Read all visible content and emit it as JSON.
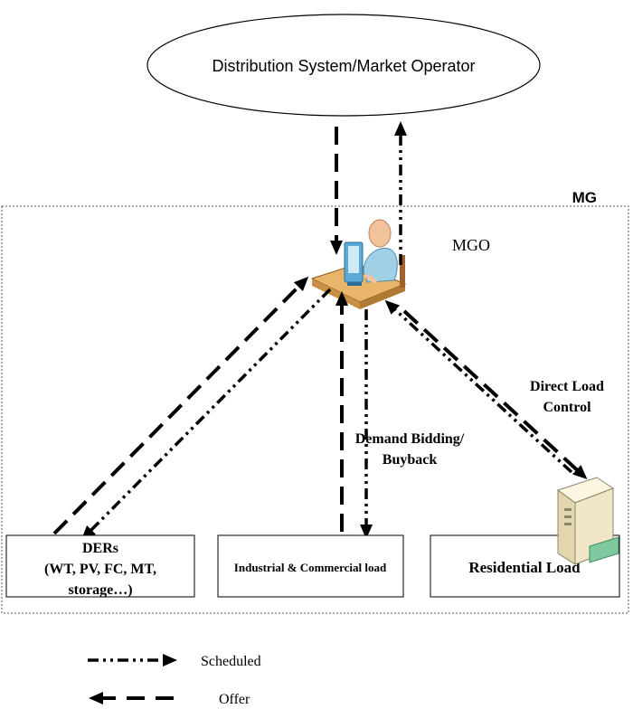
{
  "operator": {
    "label": "Distribution System/Market Operator"
  },
  "microgrid": {
    "label": "MG",
    "operator_label": "MGO"
  },
  "boxes": {
    "ders": {
      "line1": "DERs",
      "line2": "(WT, PV, FC, MT,",
      "line3": "storage…)"
    },
    "industrial": {
      "label": "Industrial & Commercial load"
    },
    "residential": {
      "label": "Residential Load"
    }
  },
  "annotations": {
    "demand_bidding": {
      "line1": "Demand Bidding/",
      "line2": "Buyback"
    },
    "direct_load": {
      "line1": "Direct Load",
      "line2": "Control"
    }
  },
  "legend": {
    "scheduled": "Scheduled",
    "offer": "Offer"
  },
  "colors": {
    "line": "#000000",
    "person_skin": "#f2c29a",
    "person_shirt": "#9fd0e6",
    "desk": "#e9b56a",
    "monitor": "#5aa9d6",
    "server": "#f1e7c8",
    "card": "#7fc8a0"
  }
}
